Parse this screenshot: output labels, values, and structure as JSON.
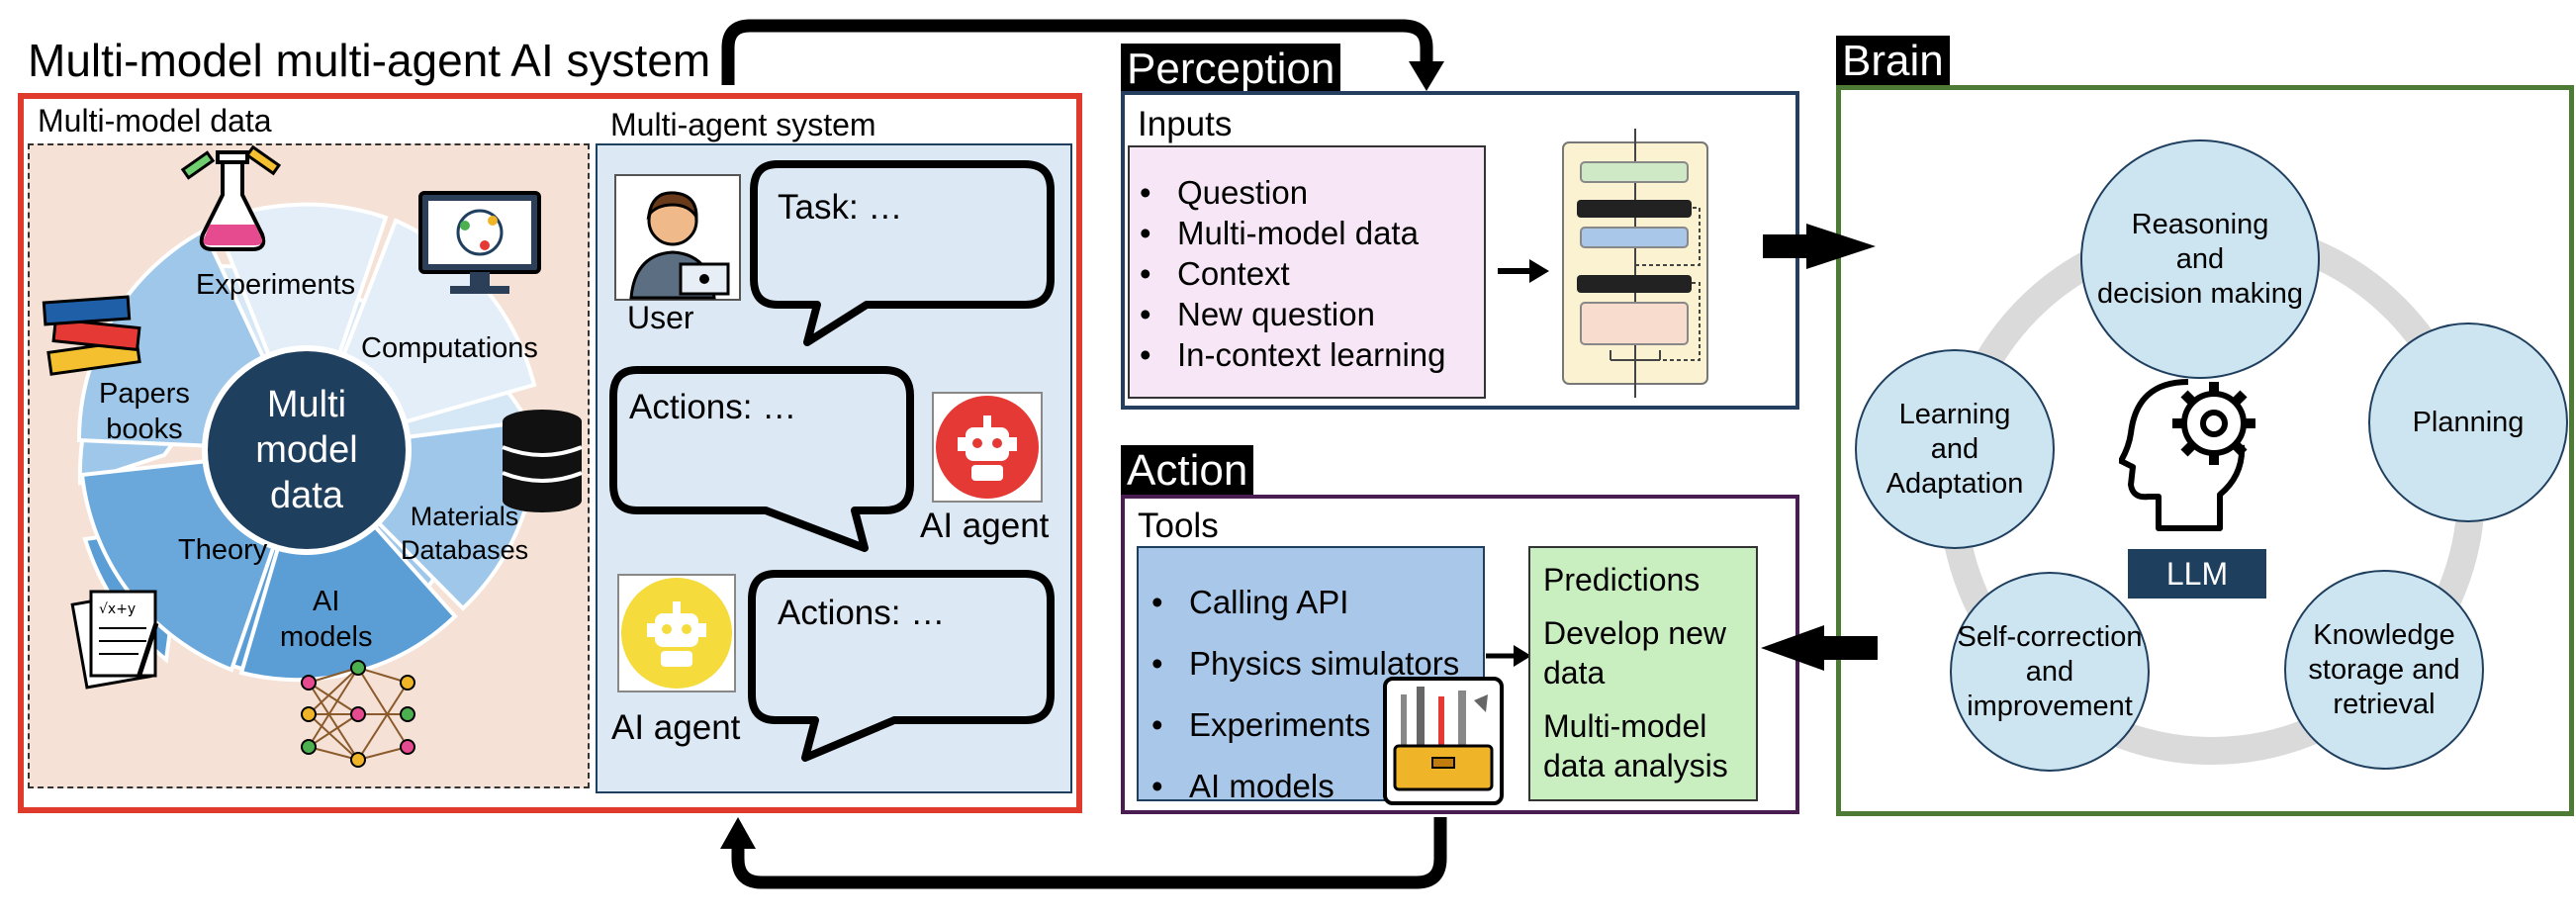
{
  "title": "Multi-model multi-agent AI system",
  "multimodel_data": {
    "label": "Multi-model data",
    "center": [
      "Multi",
      "model",
      "data"
    ],
    "segments": {
      "experiments": "Experiments",
      "computations": "Computations",
      "materials": [
        "Materials",
        "Databases"
      ],
      "ai_models": [
        "AI",
        "models"
      ],
      "theory": "Theory",
      "papers": [
        "Papers",
        "books"
      ]
    }
  },
  "agent_system": {
    "label": "Multi-agent system",
    "user_label": "User",
    "task_text": "Task: …",
    "actions_text_1": "Actions: …",
    "actions_text_2": "Actions: …",
    "agent_label_1": "AI agent",
    "agent_label_2": "AI agent"
  },
  "perception": {
    "heading": "Perception",
    "inputs_label": "Inputs",
    "items": [
      "Question",
      "Multi-model data",
      "Context",
      "New question",
      "In-context learning"
    ]
  },
  "action": {
    "heading": "Action",
    "tools_label": "Tools",
    "tools": [
      "Calling API",
      "Physics simulators",
      "Experiments",
      "AI models"
    ],
    "outputs": [
      "Predictions",
      "Develop new",
      "data",
      "Multi-model",
      "data analysis"
    ]
  },
  "brain": {
    "heading": "Brain",
    "center_label": "LLM",
    "nodes": {
      "reasoning": [
        "Reasoning",
        "and",
        "decision making"
      ],
      "planning": [
        "Planning"
      ],
      "knowledge": [
        "Knowledge",
        "storage and",
        "retrieval"
      ],
      "selfcorrection": [
        "Self-correction",
        "and",
        "improvement"
      ],
      "learning": [
        "Learning",
        "and",
        "Adaptation"
      ]
    }
  },
  "colors": {
    "red_border": "#e03a2c",
    "navy_border": "#233e5e",
    "purple_border": "#4a1d52",
    "green_border": "#4d7a35",
    "node_fill": "#cde4f1",
    "pie_light": "#d6e7f5",
    "pie_mid": "#9ec7ea",
    "pie_dark": "#5b9ed6",
    "center_fill": "#1f3f5f"
  }
}
